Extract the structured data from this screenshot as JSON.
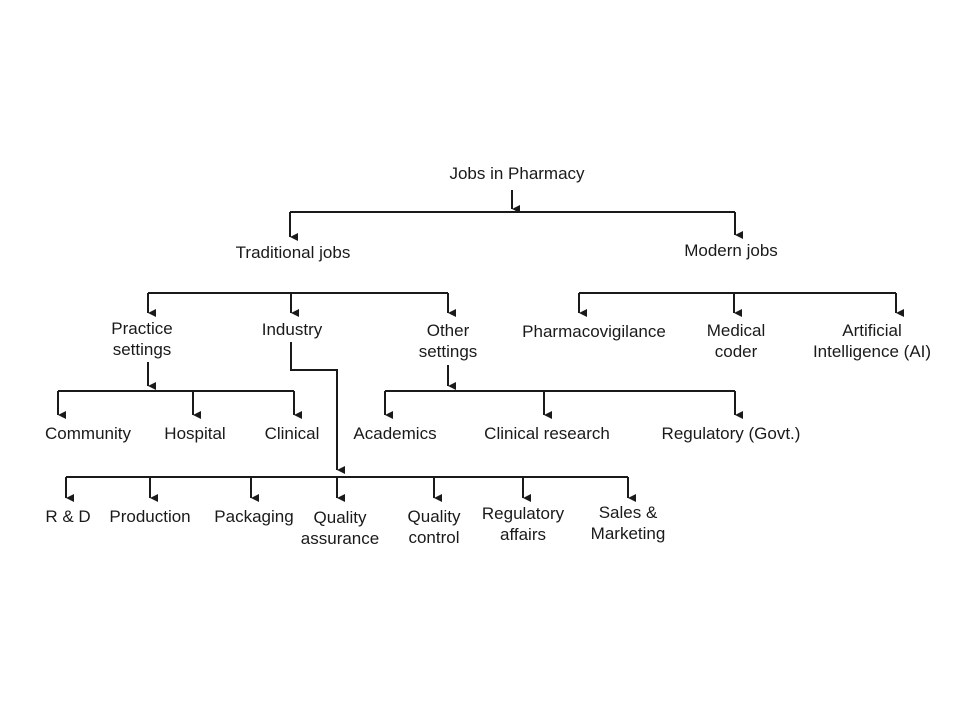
{
  "diagram": {
    "root": {
      "label": "Jobs in Pharmacy"
    },
    "traditional": {
      "label": "Traditional jobs"
    },
    "modern": {
      "label": "Modern jobs"
    },
    "practice": {
      "line1": "Practice",
      "line2": "settings"
    },
    "industry": {
      "label": "Industry"
    },
    "other": {
      "line1": "Other",
      "line2": "settings"
    },
    "pharmacovigilance": {
      "label": "Pharmacovigilance"
    },
    "medical_coder": {
      "line1": "Medical",
      "line2": "coder"
    },
    "ai": {
      "line1": "Artificial",
      "line2": "Intelligence (AI)"
    },
    "community": {
      "label": "Community"
    },
    "hospital": {
      "label": "Hospital"
    },
    "clinical": {
      "label": "Clinical"
    },
    "academics": {
      "label": "Academics"
    },
    "clinical_research": {
      "label": "Clinical research"
    },
    "regulatory_govt": {
      "label": "Regulatory (Govt.)"
    },
    "rnd": {
      "label": "R & D"
    },
    "production": {
      "label": "Production"
    },
    "packaging": {
      "label": "Packaging"
    },
    "quality_assurance": {
      "line1": "Quality",
      "line2": "assurance"
    },
    "quality_control": {
      "line1": "Quality",
      "line2": "control"
    },
    "regulatory_affairs": {
      "line1": "Regulatory",
      "line2": "affairs"
    },
    "sales_marketing": {
      "line1": "Sales &",
      "line2": "Marketing"
    }
  }
}
